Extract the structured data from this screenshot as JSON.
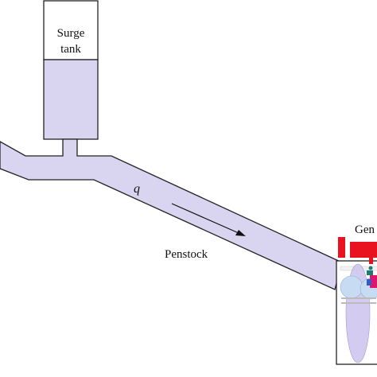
{
  "diagram": {
    "labels": {
      "surge_tank_line1": "Surge",
      "surge_tank_line2": "tank",
      "flow_symbol": "q",
      "penstock": "Penstock",
      "generator_partial": "Gen"
    },
    "colors": {
      "water": "#d9d4f0",
      "outline": "#222222",
      "generator": "#e8131f",
      "turbine_blue": "#c7dbf2",
      "turbine_purple": "#cfc7ef",
      "hub_green": "#1e7b74",
      "hub_magenta": "#e0156b",
      "hub_blue": "#2f5ec9"
    }
  }
}
